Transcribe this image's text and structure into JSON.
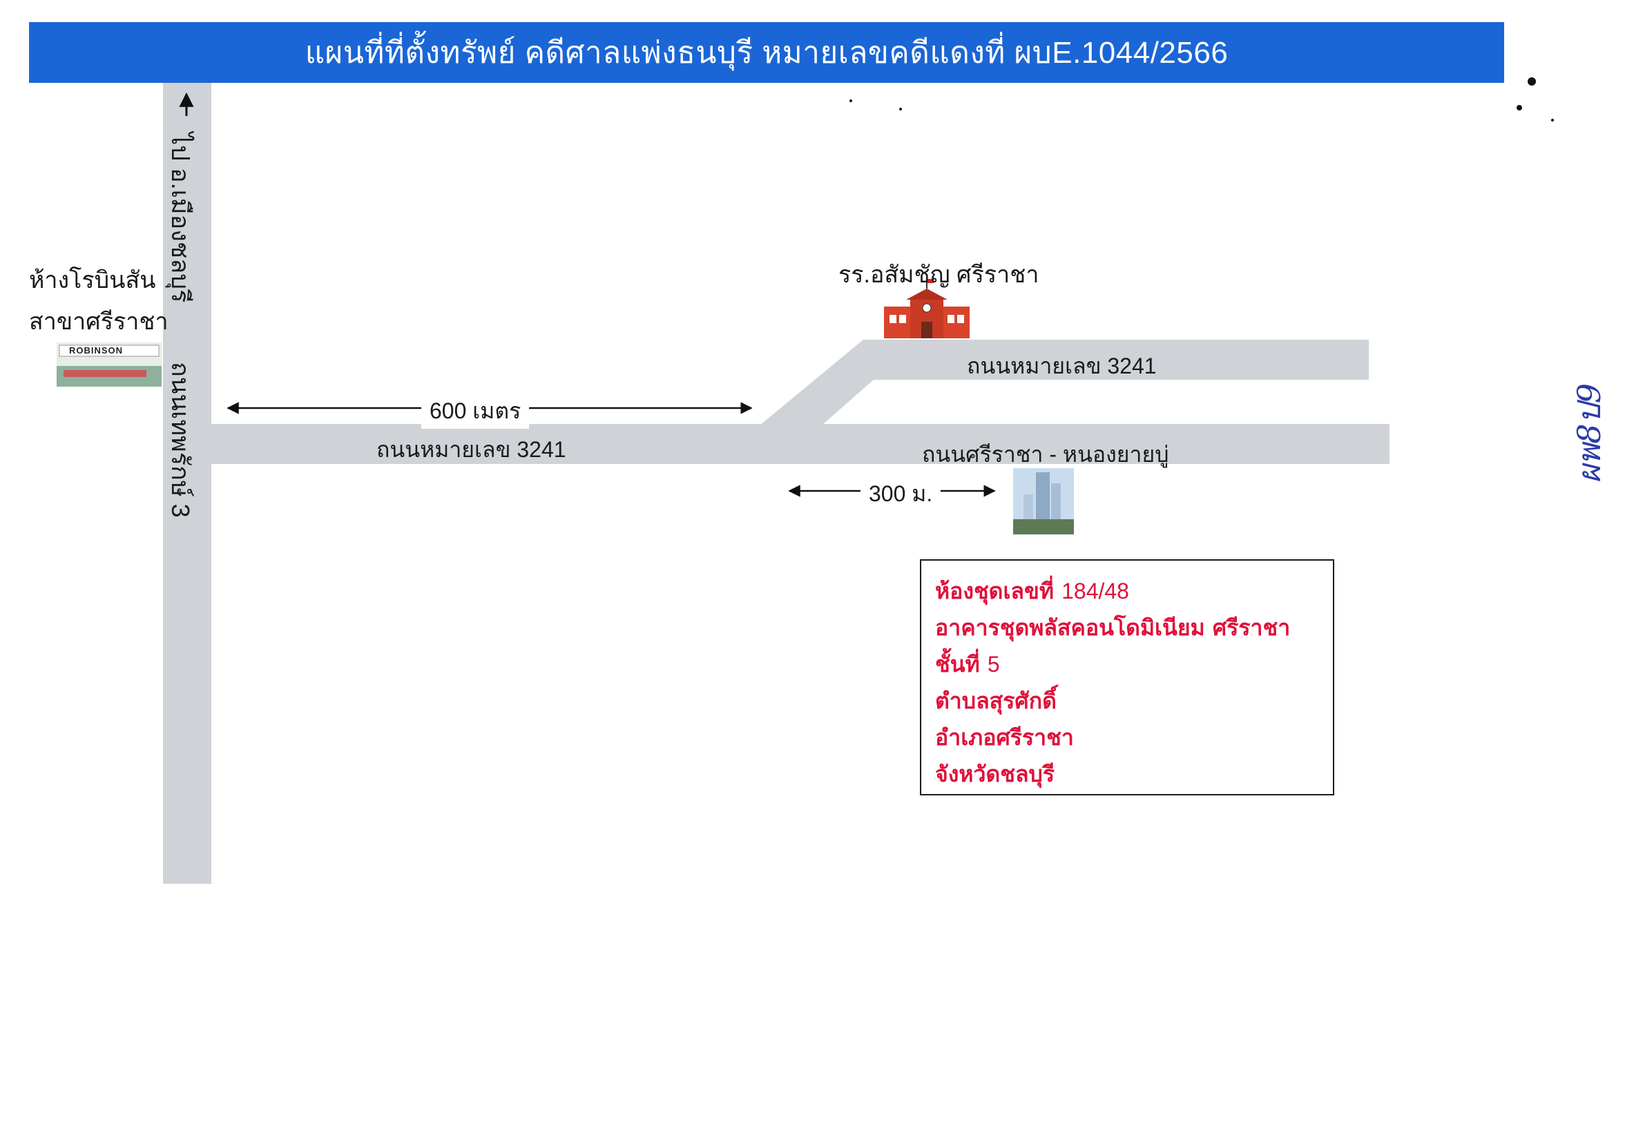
{
  "title": "แผนที่ที่ตั้งทรัพย์ คดีศาลแพ่งธนบุรี  หมายเลขคดีแดงที่ ผบE.1044/2566",
  "roads": {
    "vertical_road_name": "ถนนเทพรักษ์ 3",
    "direction_note": "ไป อ.เมืองชลบุรี",
    "upper_road_name": "ถนนหมายเลข 3241",
    "main_road_left_name": "ถนนหมายเลข 3241",
    "main_road_right_name": "ถนนศรีราชา - หนองยายบู่"
  },
  "distances": {
    "left_segment": "600 เมตร",
    "right_segment": "300 ม."
  },
  "landmarks": {
    "mall_line1": "ห้างโรบินสัน",
    "mall_line2": "สาขาศรีราชา",
    "mall_sign": "ROBINSON",
    "school": "รร.อสัมชัญ ศรีราชา"
  },
  "property": {
    "line1_label": "ห้องชุดเลขที่",
    "line1_value": "184/48",
    "line2": "อาคารชุดพลัสคอนโดมิเนียม ศรีราชา",
    "line3_label": "ชั้นที่",
    "line3_value": "5",
    "line4": "ตำบลสุรศักดิ์",
    "line5": "อำเภอศรีราชา",
    "line6": "จังหวัดชลบุรี"
  },
  "handwritten_note": "ผพ8ป9",
  "colors": {
    "title_bar": "#1a66d6",
    "road": "#cfd3d7",
    "property_text": "#e0103a",
    "school_building": "#d9432b"
  },
  "icons": [
    "arrow-up-icon",
    "school-building-icon",
    "condo-building-icon",
    "mall-photo-icon"
  ]
}
